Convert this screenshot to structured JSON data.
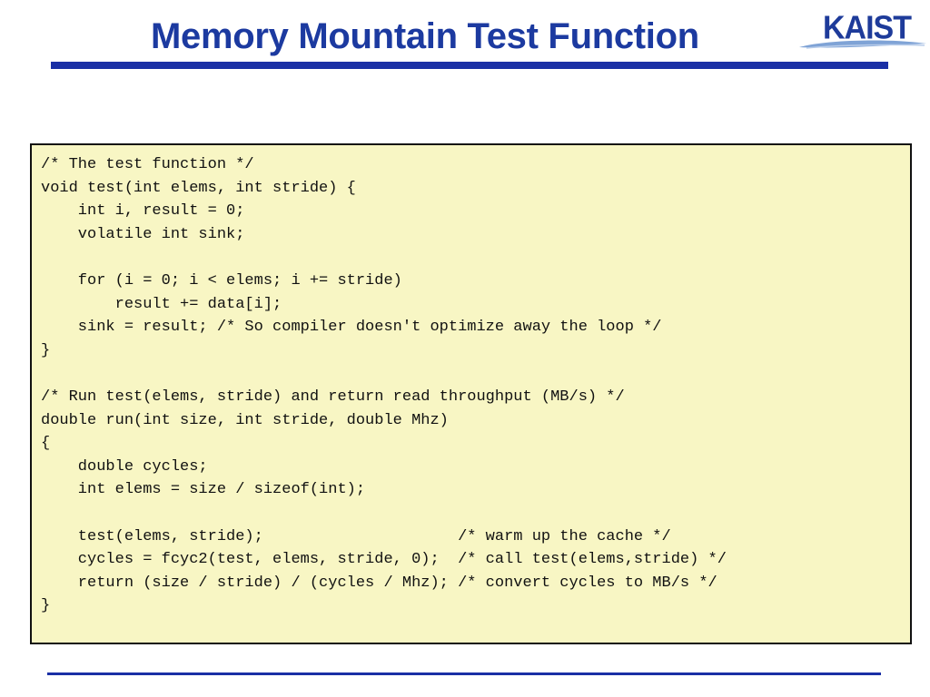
{
  "slide": {
    "title": "Memory Mountain Test Function",
    "logo_text": "KAIST",
    "colors": {
      "title": "#1c3aa0",
      "rule": "#1a2fa5",
      "code_background": "#f8f6c4",
      "code_border": "#111111"
    }
  },
  "code": {
    "lines": [
      "/* The test function */",
      "void test(int elems, int stride) {",
      "    int i, result = 0;",
      "    volatile int sink;",
      "",
      "    for (i = 0; i < elems; i += stride)",
      "        result += data[i];",
      "    sink = result; /* So compiler doesn't optimize away the loop */",
      "}",
      "",
      "/* Run test(elems, stride) and return read throughput (MB/s) */",
      "double run(int size, int stride, double Mhz)",
      "{",
      "    double cycles;",
      "    int elems = size / sizeof(int);",
      "",
      "    test(elems, stride);                     /* warm up the cache */",
      "    cycles = fcyc2(test, elems, stride, 0);  /* call test(elems,stride) */",
      "    return (size / stride) / (cycles / Mhz); /* convert cycles to MB/s */",
      "}"
    ]
  }
}
